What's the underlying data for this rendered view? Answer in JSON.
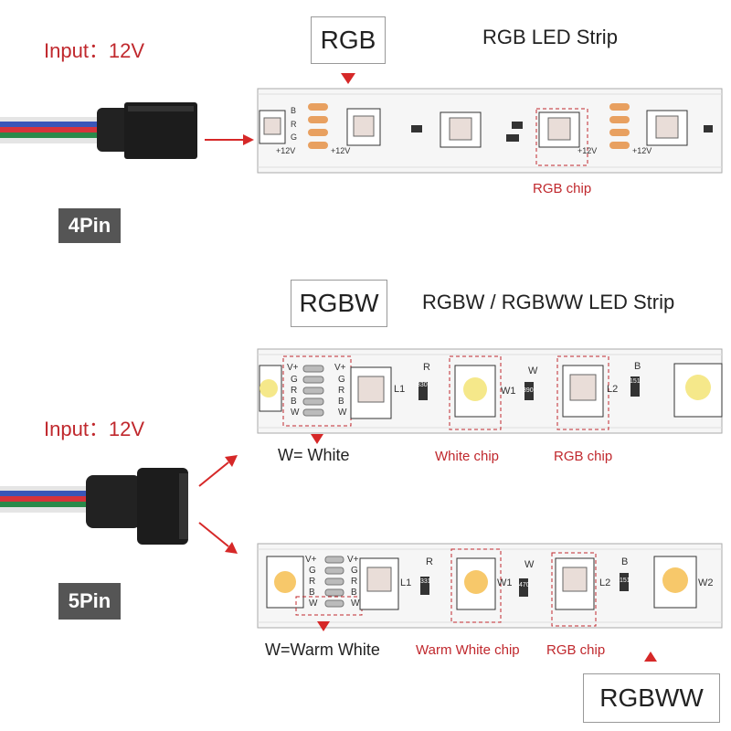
{
  "rgb_section": {
    "input_label": "Input：12V",
    "type_label": "RGB",
    "strip_title": "RGB LED Strip",
    "pin_label": "4Pin",
    "chip_label": "RGB chip",
    "pad_letters": [
      "B",
      "R",
      "G"
    ],
    "voltage": "+12V"
  },
  "rgbw_section": {
    "input_label": "Input：12V",
    "type_label": "RGBW",
    "strip_title": "RGBW / RGBWW LED Strip",
    "pin_label": "5Pin",
    "pad_letters": [
      "V+",
      "G",
      "R",
      "B",
      "W"
    ],
    "legend": "W= White",
    "white_chip_label": "White chip",
    "rgb_chip_label": "RGB chip",
    "components": [
      "L1",
      "R",
      "W1",
      "W",
      "L2",
      "B"
    ],
    "resistor_codes": [
      "330",
      "390",
      "151"
    ]
  },
  "rgbww_section": {
    "type_label": "RGBWW",
    "pad_letters": [
      "V+",
      "G",
      "R",
      "B",
      "W"
    ],
    "legend": "W=Warm White",
    "warm_chip_label": "Warm White chip",
    "rgb_chip_label": "RGB chip",
    "components": [
      "L1",
      "R",
      "W1",
      "W",
      "L2",
      "B",
      "W2"
    ],
    "resistor_codes": [
      "331",
      "470",
      "151"
    ]
  },
  "colors": {
    "accent_red": "#c0282d",
    "strip_white": "#f6f6f6",
    "pad_copper": "#e8a060",
    "white_led": "#f5e88a",
    "warm_led": "#f7c86a",
    "rgb_led": "#e9ddd8",
    "wire_red": "#d7333b",
    "wire_green": "#2a8a4a",
    "wire_blue": "#3a56b8",
    "wire_white": "#e5e5e5"
  }
}
